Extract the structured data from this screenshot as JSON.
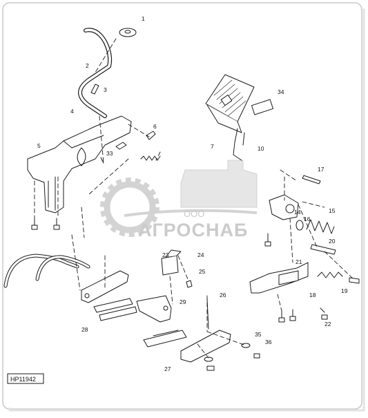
{
  "diagram": {
    "code": "HP11942",
    "watermark": {
      "prefix": "ООО",
      "name": "АГРОСНАБ",
      "color": "#c9c9c9"
    },
    "callouts": [
      "1",
      "2",
      "3",
      "4",
      "5",
      "6",
      "7",
      "10",
      "33",
      "34",
      "17",
      "14",
      "15",
      "16",
      "20",
      "21",
      "19",
      "18",
      "22",
      "26",
      "24",
      "23",
      "25",
      "29",
      "27",
      "28",
      "35",
      "36"
    ]
  },
  "colors": {
    "line": "#1a1a1a",
    "panel_border": "#bdbdbd"
  }
}
